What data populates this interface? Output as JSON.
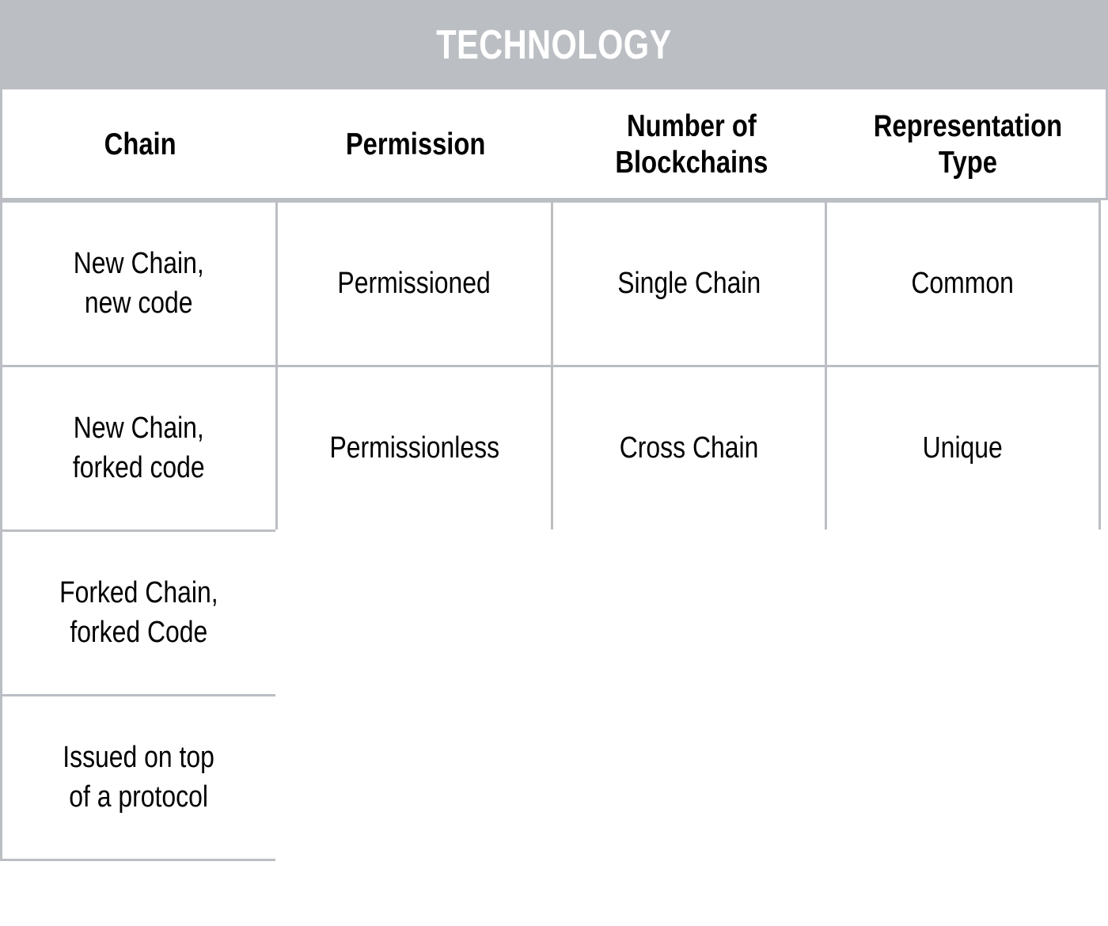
{
  "title": "TECHNOLOGY",
  "colors": {
    "band": "#bbbec3",
    "border": "#bbbec3",
    "title_text": "#ffffff",
    "cell_text": "#000000",
    "cell_background": "#ffffff"
  },
  "table": {
    "headers": [
      "Chain",
      "Permission",
      "Number of\nBlockchains",
      "Representation\nType"
    ],
    "rows": [
      {
        "chain": "New Chain,\nnew code",
        "permission": "Permissioned",
        "number_of_blockchains": "Single Chain",
        "representation_type": "Common"
      },
      {
        "chain": "New Chain,\nforked code",
        "permission": "Permissionless",
        "number_of_blockchains": "Cross Chain",
        "representation_type": "Unique"
      },
      {
        "chain": "Forked Chain,\nforked Code",
        "permission": "",
        "number_of_blockchains": "",
        "representation_type": ""
      },
      {
        "chain": "Issued on top\nof a protocol",
        "permission": "",
        "number_of_blockchains": "",
        "representation_type": ""
      }
    ]
  }
}
